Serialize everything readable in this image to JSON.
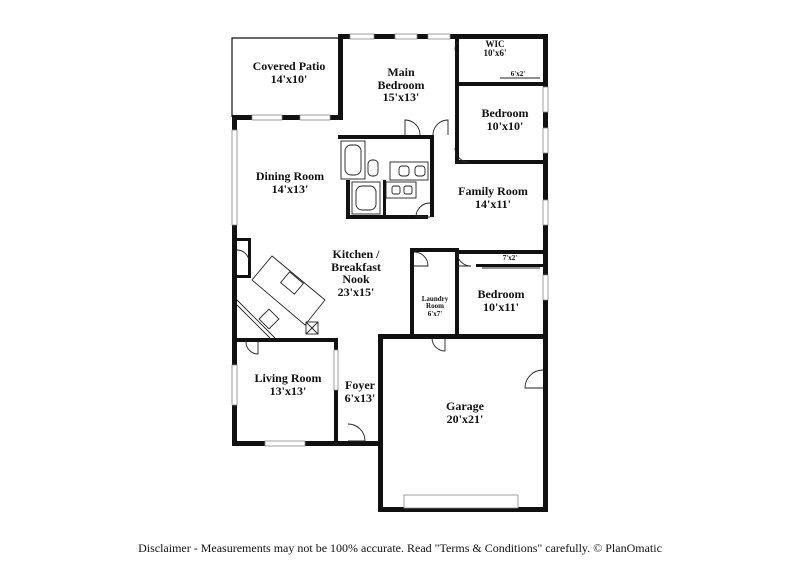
{
  "rooms": {
    "covered_patio": {
      "name": "Covered Patio",
      "dims": "14'x10'"
    },
    "main_bedroom": {
      "name": "Main Bedroom",
      "dims": "15'x13'"
    },
    "wic": {
      "name": "WIC",
      "dims": "10'x6'"
    },
    "closet_top": {
      "dims": "6'x2'"
    },
    "bedroom_top": {
      "name": "Bedroom",
      "dims": "10'x10'"
    },
    "dining_room": {
      "name": "Dining Room",
      "dims": "14'x13'"
    },
    "family_room": {
      "name": "Family Room",
      "dims": "14'x11'"
    },
    "kitchen": {
      "name_line1": "Kitchen /",
      "name_line2": "Breakfast",
      "name_line3": "Nook",
      "dims": "23'x15'"
    },
    "closet_mid": {
      "dims": "7'x2'"
    },
    "bedroom_mid": {
      "name": "Bedroom",
      "dims": "10'x11'"
    },
    "laundry": {
      "name_line1": "Laundry",
      "name_line2": "Room",
      "dims": "6'x7'"
    },
    "living_room": {
      "name": "Living Room",
      "dims": "13'x13'"
    },
    "foyer": {
      "name": "Foyer",
      "dims": "6'x13'"
    },
    "garage": {
      "name": "Garage",
      "dims": "20'x21'"
    }
  },
  "disclaimer": "Disclaimer - Measurements may not be 100% accurate. Read \"Terms & Conditions\" carefully. © PlanOmatic"
}
